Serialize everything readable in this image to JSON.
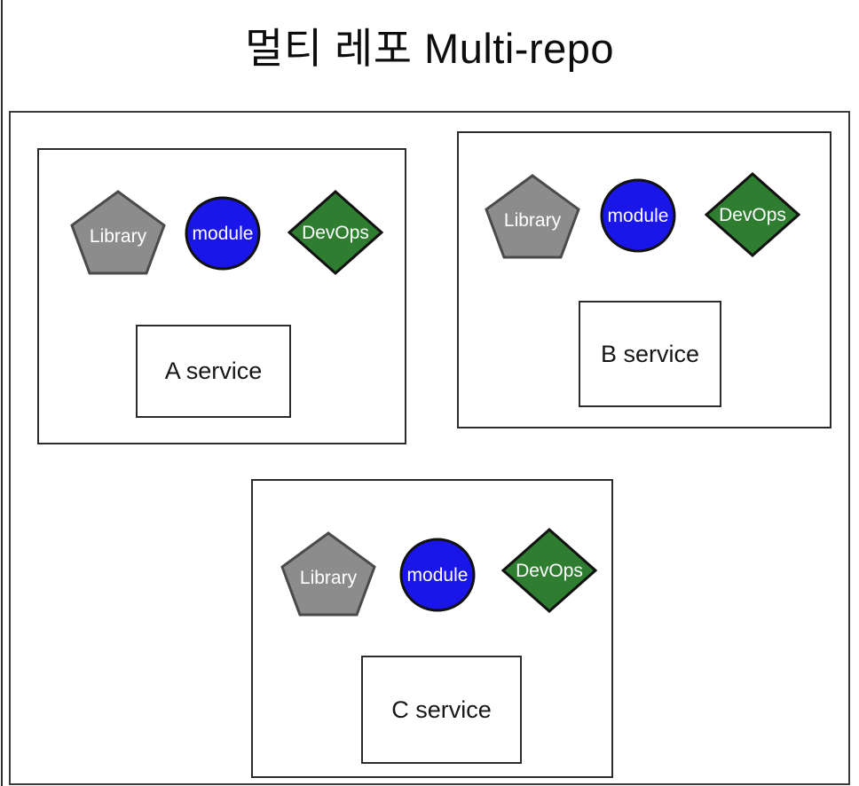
{
  "title": "멀티 레포 Multi-repo",
  "colors": {
    "library_fill": "#8c8c8c",
    "library_stroke": "#4a4a4a",
    "module_fill": "#1a15e8",
    "devops_fill": "#2f7d30",
    "shape_stroke": "#111111",
    "label_text": "#ffffff"
  },
  "repos": [
    {
      "library_label": "Library",
      "module_label": "module",
      "devops_label": "DevOps",
      "service_label": "A service"
    },
    {
      "library_label": "Library",
      "module_label": "module",
      "devops_label": "DevOps",
      "service_label": "B service"
    },
    {
      "library_label": "Library",
      "module_label": "module",
      "devops_label": "DevOps",
      "service_label": "C service"
    }
  ]
}
